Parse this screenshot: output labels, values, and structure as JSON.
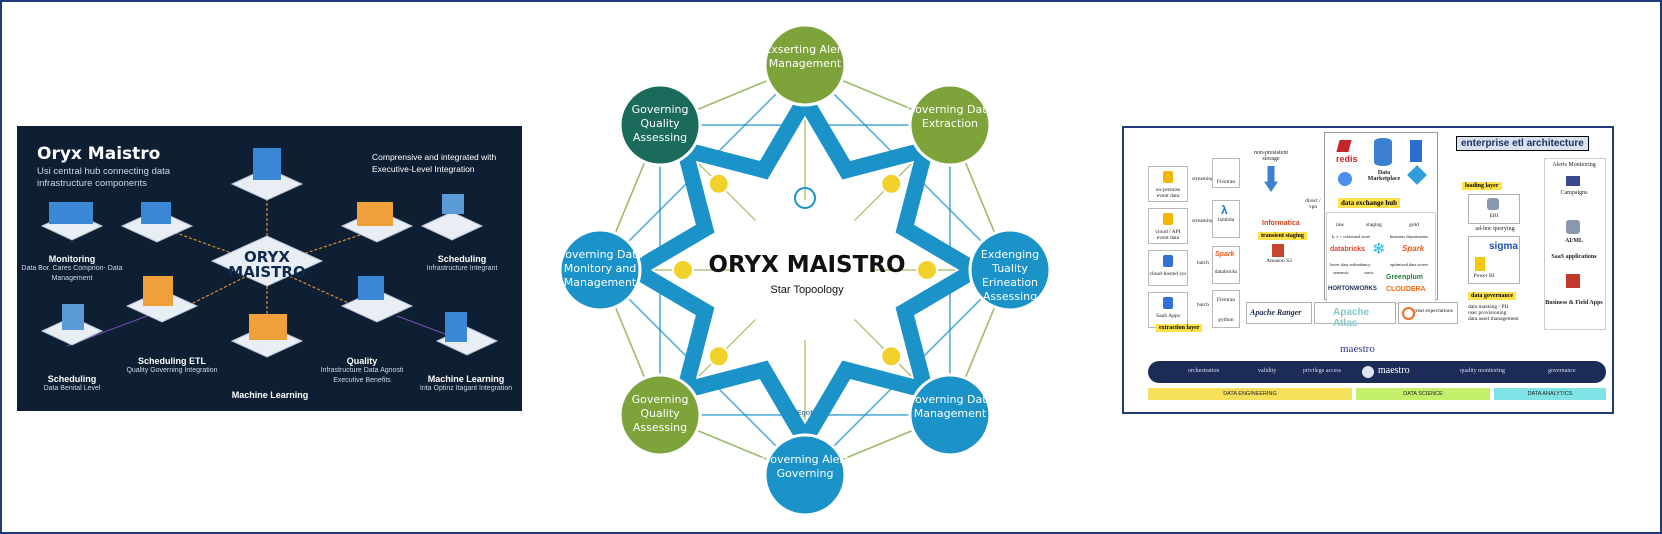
{
  "left_panel": {
    "title": "Oryx Maistro",
    "subtitle": "Usi central hub connecting data infrastructure components",
    "header_right": "Comprensive and integrated with Executive-Level Integration",
    "hub_line1": "ORYX",
    "hub_line2": "MAISTRO",
    "labels": [
      {
        "title": "Monitoring",
        "detail": "Data Bor. Cares Comprion- Data Management"
      },
      {
        "title": "Scheduling",
        "detail": "Infrastructure Integrant"
      },
      {
        "title": "Scheduling",
        "detail": "Data Benital Level"
      },
      {
        "title": "Scheduling ETL",
        "detail": "Quality Governing Integration"
      },
      {
        "title": "Machine Learning",
        "detail": ""
      },
      {
        "title": "Quality",
        "detail": "Infrastructure Data Agnosti Executive Benefits"
      },
      {
        "title": "Machine Learning",
        "detail": "Inta Optinz Itagant Integration"
      }
    ]
  },
  "center_panel": {
    "title": "ORYX MAISTRO",
    "subtitle": "Star Topoology",
    "nodes": [
      {
        "label": "Exserting Alert Management",
        "color": "#7ea33a"
      },
      {
        "label": "Governing Data Extraction",
        "color": "#7ea33a"
      },
      {
        "label": "Exdenging Tuality Erineation Assessing",
        "color": "#1b93c9"
      },
      {
        "label": "Governing Data Management",
        "color": "#1b93c9"
      },
      {
        "label": "Governing Alert Governing",
        "color": "#1b93c9"
      },
      {
        "label": "Governing Quality Assessing",
        "color": "#7ea33a"
      },
      {
        "label": "Governing Data Monitory and Management",
        "color": "#1b93c9"
      },
      {
        "label": "Governing Quality Assessing",
        "color": "#1b6b5c"
      }
    ],
    "bottom_tag": "Egot"
  },
  "right_panel": {
    "header": "enterprise etl architecture",
    "storage_label": "non-presistent storage",
    "hub_label": "data exchange hub",
    "marketplace": "Data Marketplace",
    "staging_label": "transient staging",
    "loading_label": "loading layer",
    "extraction_label": "extraction layer",
    "governance_label": "data governance",
    "direct_label": "direct / vpn",
    "sources": [
      "on-premise event data",
      "cloud / API event data",
      "cloud-hosted sys",
      "SaaS Apps"
    ],
    "source_arrows": [
      "streaming",
      "streaming",
      "batch",
      "batch"
    ],
    "tools": [
      "Fivetran",
      "lambda",
      "Spark",
      "databricks",
      "Fivetran",
      "python"
    ],
    "logos": {
      "redis": "redis",
      "informatica": "Informatica",
      "amazon": "Amazon S3",
      "ranger": "Apache Ranger",
      "atlas": "Apache Atlas",
      "gx": "great expectations",
      "databricks": "databricks",
      "spark": "Spark",
      "hortonworks": "HORTONWORKS",
      "greenplum": "Greenplum",
      "cloudera": "CLOUDERA",
      "sigma": "sigma",
      "powerbi": "Power BI",
      "ebi": "EBI"
    },
    "hub_small": [
      "raw",
      "staging",
      "gold",
      "k, v + relational store",
      "business departments",
      "lower data redundancy",
      "optimized data stores",
      "semantic",
      "sonic"
    ],
    "right_side": [
      "Alerts Monitoring",
      "Campaigns",
      "AI/ML",
      "SaaS applications",
      "Business & Field Apps",
      "ad-hoc querying"
    ],
    "governance_items": [
      "data masking / PII",
      "user provisioning",
      "data asset management"
    ],
    "maestro_title": "maestro",
    "bar_items": [
      "orchestration",
      "validity",
      "privilege access",
      "maestro",
      "quality monitoring",
      "governance"
    ],
    "footer": [
      {
        "label": "DATA ENGINEERING",
        "color": "#f6df5a"
      },
      {
        "label": "DATA SCIENCE",
        "color": "#c4ef6a"
      },
      {
        "label": "DATA ANALYTICS",
        "color": "#7fe3e6"
      }
    ]
  }
}
